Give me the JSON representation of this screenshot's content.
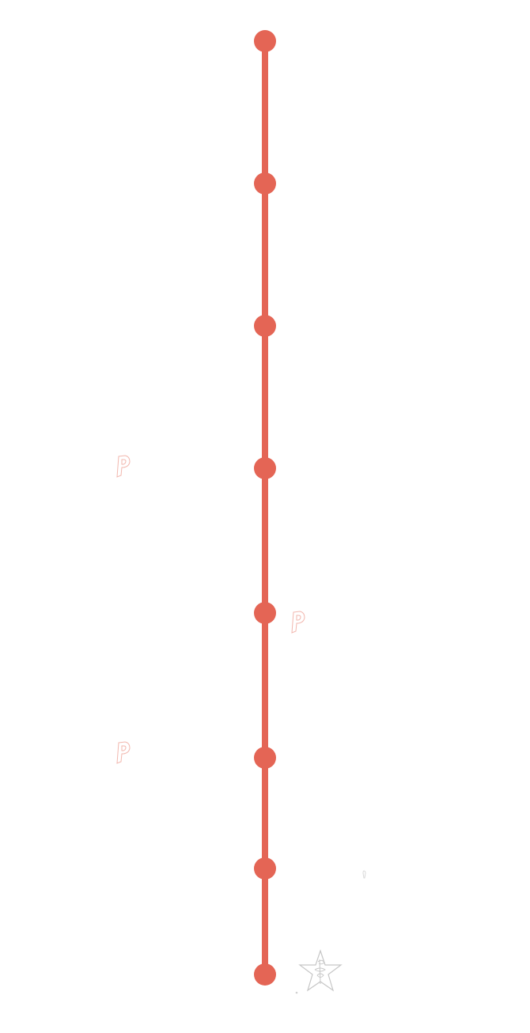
{
  "timeline": {
    "node_count": 8,
    "accent_color": "#e46555"
  },
  "decorations": {
    "faint_marks": [
      "p",
      "p",
      "p"
    ],
    "end_icon": "star-icon"
  }
}
